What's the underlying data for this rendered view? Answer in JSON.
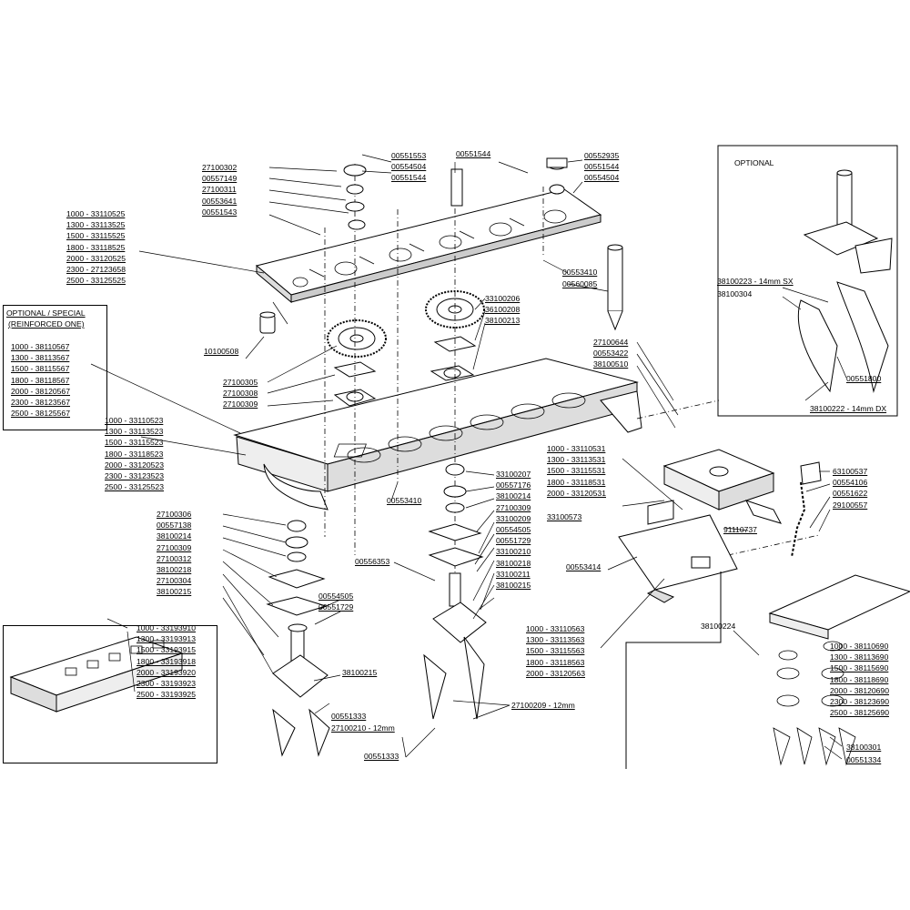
{
  "optional_box": {
    "title": "OPTIONAL",
    "labels": [
      "38100223 -   14mm  SX",
      "38100304",
      "00551800",
      "38100222 -   14mm  DX"
    ]
  },
  "optional_special_box": {
    "title_line1": "OPTIONAL / SPECIAL",
    "title_line2": "(REINFORCED ONE)",
    "items": [
      "1000 - 38110567",
      "1300 - 38113567",
      "1500 - 38115567",
      "1800 - 38118567",
      "2000 - 38120567",
      "2300 - 38123567",
      "2500 - 38125567"
    ]
  },
  "frame_box": {
    "items": [
      "1000 - 33193910",
      "1300 - 33193913",
      "1500 - 33193915",
      "1800 - 33193918",
      "2000 - 33193920",
      "2300 - 33193923",
      "2500 - 33193925"
    ]
  },
  "top_left_labels": [
    "27100302",
    "00557149",
    "27100311",
    "00553641",
    "00551543"
  ],
  "top_center_labels": [
    "00551553",
    "00554504",
    "00551544"
  ],
  "top_right_labels": [
    "00552935",
    "00551544",
    "00554504"
  ],
  "plate_list": [
    "1000 - 33110525",
    "1300 - 33113525",
    "1500 - 33115525",
    "1800 - 33118525",
    "2000 - 33120525",
    "2300 - 27123658",
    "2500 - 33125525"
  ],
  "beam_list": [
    "1000 - 33110523",
    "1300 - 33113523",
    "1500 - 33115523",
    "1800 - 33118523",
    "2000 - 33120523",
    "2300 - 33123523",
    "2500 - 33125523"
  ],
  "gear_left_labels": [
    "27100305",
    "27100308",
    "27100309"
  ],
  "gear_center_labels": [
    "33100206",
    "36100208",
    "38100213"
  ],
  "right_mid_labels": [
    "27100644",
    "00553422",
    "38100510"
  ],
  "singles": {
    "l10100508": "10100508",
    "l00553410a": "00553410",
    "l00560085": "00560085",
    "l00553410b": "00553410",
    "l00556353": "00556353",
    "l38100215": "38100215",
    "l33100573": "33100573",
    "l00553414": "00553414",
    "l91110737": "91110737",
    "l38100224": "38100224",
    "l27100209": "27100209 - 12mm",
    "l00551333a": "00551333",
    "l27100210": "27100210 - 12mm",
    "l00551333b": "00551333",
    "l38100301": "38100301",
    "l00551334": "00551334",
    "l00551544top": "00551544"
  },
  "left_stack_labels": [
    "27100306",
    "00557138",
    "38100214",
    "27100309",
    "27100312",
    "38100218",
    "27100304",
    "38100215"
  ],
  "left_small_labels": [
    "00554505",
    "00551729"
  ],
  "center_stack_labels": [
    "33100207",
    "00557176",
    "38100214",
    "27100309",
    "33100209",
    "00554505",
    "00551729",
    "33100210",
    "38100218",
    "33100211",
    "38100215"
  ],
  "gearbox_list": [
    "1000 - 33110531",
    "1300 - 33113531",
    "1500 - 33115531",
    "1800 - 33118531",
    "2000 - 33120531"
  ],
  "chain_labels": [
    "63100537",
    "00554106",
    "00551622",
    "29100557"
  ],
  "bracket_list": [
    "1000 - 33110563",
    "1300 - 33113563",
    "1500 - 33115563",
    "1800 - 33118563",
    "2000 - 33120563"
  ],
  "small_assembly_list": [
    "1000 - 38110690",
    "1300 - 38113690",
    "1500 - 38115690",
    "1800 - 38118690",
    "2000 - 38120690",
    "2300 - 38123690",
    "2500 - 38125690"
  ]
}
